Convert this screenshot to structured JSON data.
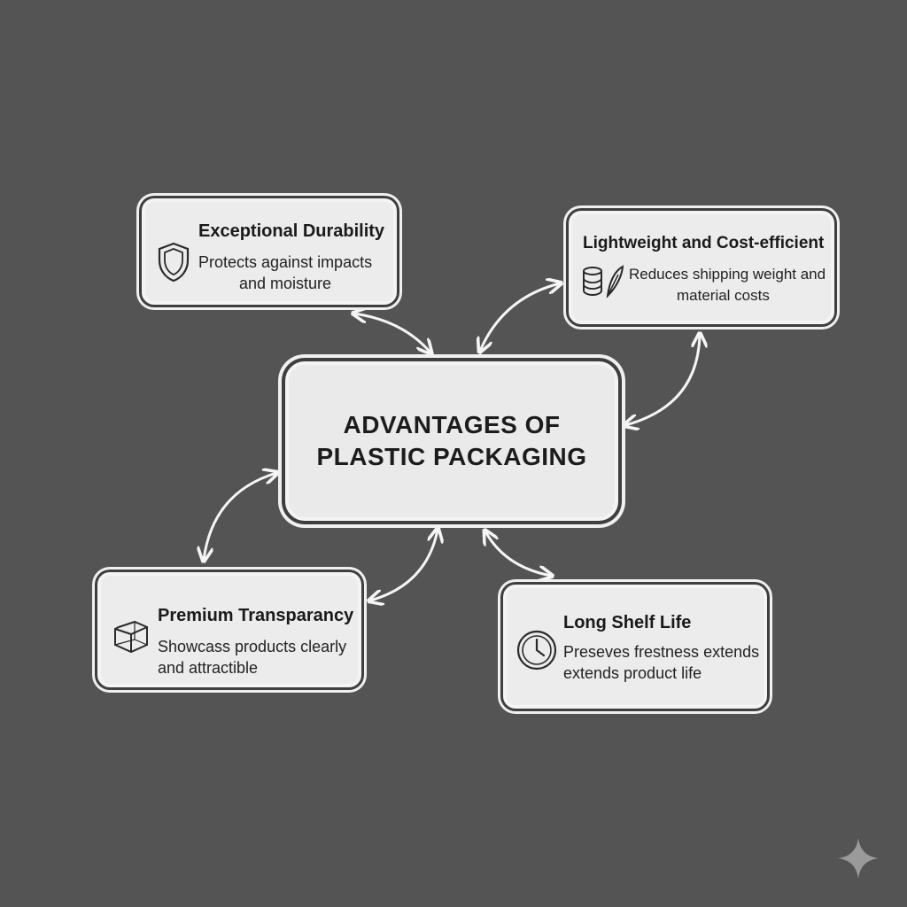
{
  "center": {
    "line1": "ADVANTAGES OF",
    "line2": "PLASTIC PACKAGING"
  },
  "nodes": {
    "durability": {
      "title": "Exceptional Durability",
      "desc_line1": "Protects against impacts",
      "desc_line2": "and moisture",
      "icon": "shield-icon"
    },
    "lightweight": {
      "title": "Lightweight and Cost-efficient",
      "desc_line1": "Reduces shipping weight and",
      "desc_line2": "material costs",
      "icon": "coins-feather-icon"
    },
    "transparency": {
      "title": "Premium Transparancy",
      "desc_line1": "Showcass products clearly",
      "desc_line2": "and attractible",
      "icon": "cube-icon"
    },
    "shelf_life": {
      "title": "Long Shelf Life",
      "desc_line1": "Preseves frestness extends",
      "desc_line2": "extends product life",
      "icon": "clock-icon"
    }
  },
  "colors": {
    "background": "#545454",
    "box_fill": "#ececec",
    "box_border": "#f4f4f4",
    "connector": "#f5f5f5",
    "text": "#1e1e1e"
  },
  "decorations": {
    "corner_mark": "sparkle-icon"
  }
}
